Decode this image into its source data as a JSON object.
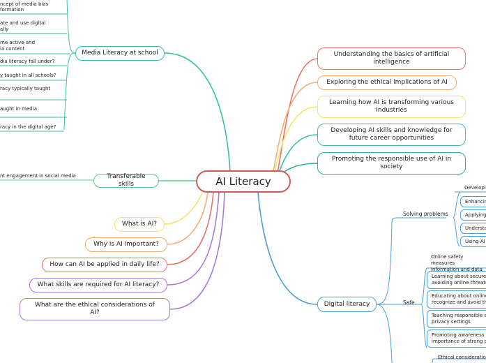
{
  "center": "AI Literacy",
  "right_topics": [
    "Understanding the basics of artificial intelligence",
    "Exploring the ethical implications of AI",
    "Learning how AI is transforming various industries",
    "Developing AI skills and knowledge for future career opportunities",
    "Promoting the responsible use of AI in society"
  ],
  "left_topics": {
    "media_literacy": "Media Literacy at school",
    "transferable": "Transferable skills",
    "what_is_ai": "What is AI?",
    "why_important": "Why is AI important?",
    "daily_life": "How can AI be applied in daily life?",
    "skills_required": "What skills are required for AI literacy?",
    "ethical_considerations": "What are the ethical considerations of AI?"
  },
  "media_literacy_children": [
    "ncept of media bias",
    "formation",
    "ate and use digital",
    "ally",
    "me active and",
    "ia content",
    "dia literacy fall under?",
    "y taught in all schools?",
    "racy typically taught",
    "aught in media",
    "racy in the digital age?"
  ],
  "transferable_child": "nt engagement in social media",
  "digital_literacy": {
    "label": "Digital literacy",
    "solving_problems": {
      "label": "Solving problems",
      "items": [
        "Developin",
        "Enhancing",
        "Applying",
        "Understa",
        "Using AI"
      ]
    },
    "safe": {
      "label": "Safe",
      "items": [
        [
          "Online safety measures",
          "information and data"
        ],
        [
          "Learning about secure",
          "avoiding online threats"
        ],
        [
          "Educating about online",
          "recognize and avoid th"
        ],
        [
          "Teaching responsible s",
          "privacy settings"
        ],
        [
          "Promoting awareness o",
          "importance of strong p"
        ]
      ]
    },
    "ethical": "Ethical consideration"
  },
  "colors": {
    "red": "#e8736c",
    "orange": "#f5ae73",
    "yellow": "#f7e36e",
    "teal": "#36c2a4",
    "teal2": "#2ab39a",
    "blue": "#4a9fd8",
    "green": "#5cc98a",
    "purple": "#a97ad6",
    "center": "#d35a5a"
  }
}
